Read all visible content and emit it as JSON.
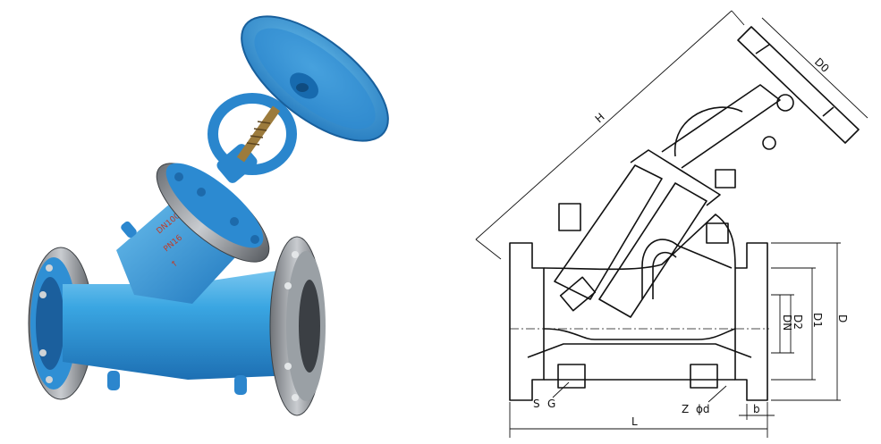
{
  "photo": {
    "body_casting_marks": [
      "DN100",
      "PN16",
      "↑"
    ]
  },
  "drawing": {
    "labels": {
      "H": "H",
      "D0": "D0",
      "DN": "DN",
      "D2": "D2",
      "D1": "D1",
      "D": "D",
      "S": "S",
      "G": "G",
      "Z": "Z",
      "phi_d": "ϕd",
      "b": "b",
      "L": "L"
    }
  }
}
